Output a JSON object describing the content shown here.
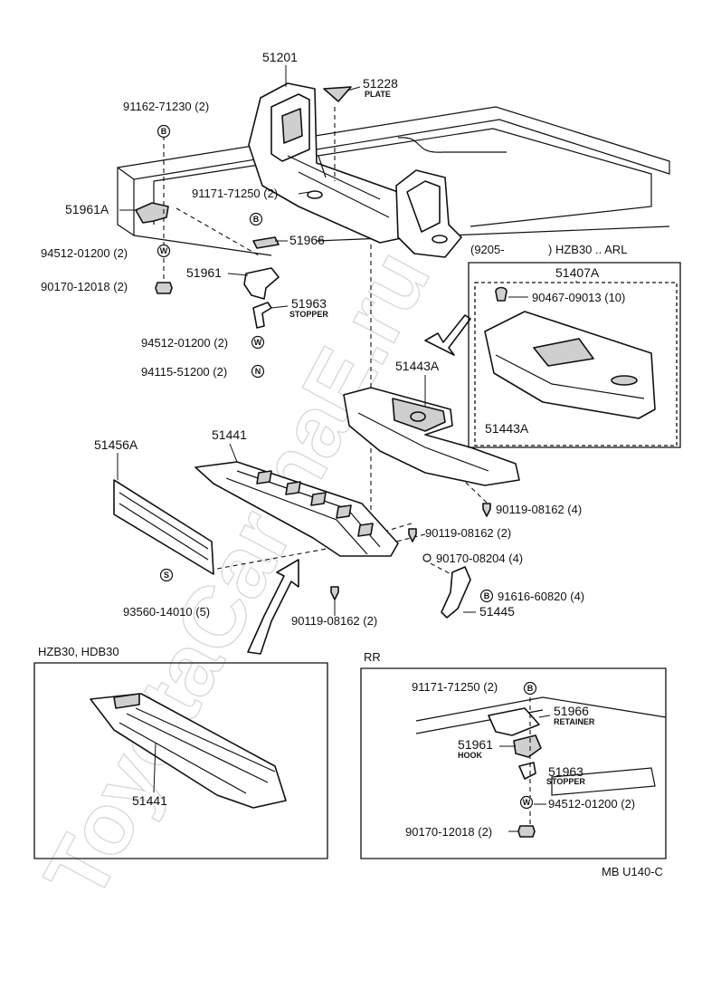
{
  "watermark": "ToyotaCarinaE.ru",
  "parts": {
    "p51201": "51201",
    "p51228": "51228",
    "p51228_sub": "PLATE",
    "p91162": "91162-71230 (2)",
    "p91171": "91171-71250 (2)",
    "p51961A": "51961A",
    "p51966": "51966",
    "p94512a": "94512-01200 (2)",
    "p90170a": "90170-12018 (2)",
    "p51961": "51961",
    "p51963": "51963",
    "p51963_sub": "STOPPER",
    "p94512b": "94512-01200 (2)",
    "p94115": "94115-51200 (2)",
    "p51443A": "51443A",
    "p51441": "51441",
    "p51456A": "51456A",
    "p90119a": "90119-08162 (4)",
    "p90119b": "90119-08162 (2)",
    "p90170b": "90170-08204 (4)",
    "p91616": "91616-60820 (4)",
    "p51445": "51445",
    "p93560": "93560-14010 (5)",
    "p90119c": "90119-08162 (2)"
  },
  "variant_box": {
    "header_left": "(9205-",
    "header_right": ") HZB30 .. ARL",
    "part_main": "51407A",
    "part_bolt": "90467-09013 (10)",
    "part_cover": "51443A"
  },
  "inset_left": {
    "title": "HZB30, HDB30",
    "part": "51441"
  },
  "inset_right": {
    "title": "RR",
    "p91171": "91171-71250 (2)",
    "p51966": "51966",
    "p51966_sub": "RETAINER",
    "p51961": "51961",
    "p51961_sub": "HOOK",
    "p51963": "51963",
    "p51963_sub": "STOPPER",
    "p94512": "94512-01200 (2)",
    "p90170": "90170-12018 (2)"
  },
  "symbols": {
    "bolt": "B",
    "washer": "W",
    "nut": "N",
    "screw": "S"
  },
  "figure_code": "MB U140-C"
}
